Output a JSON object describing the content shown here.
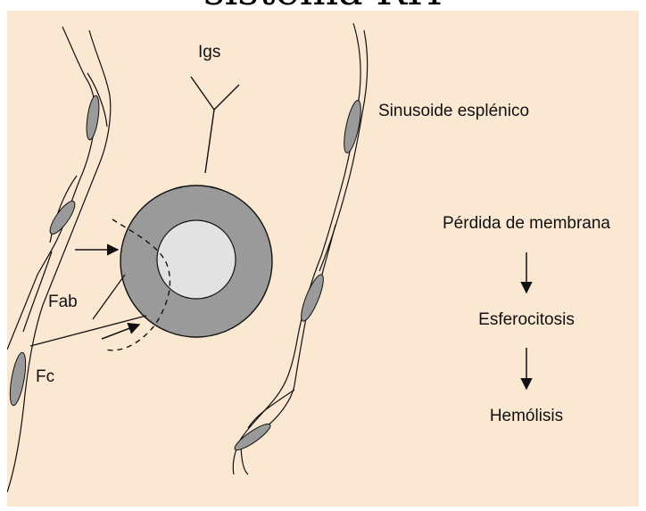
{
  "header": {
    "title": "sistema RH"
  },
  "colors": {
    "background": "#fbe8d2",
    "cell_ring": "#9a9a9a",
    "cell_core": "#e2e2e2",
    "nucleus": "#9a9a9a",
    "line": "#111111"
  },
  "labels": {
    "igs": "Igs",
    "fab": "Fab",
    "fc": "Fc",
    "sinusoid": "Sinusoide esplénico"
  },
  "flow": {
    "step1": "Pérdida de membrana",
    "step2": "Esferocitosis",
    "step3": "Hemólisis"
  }
}
